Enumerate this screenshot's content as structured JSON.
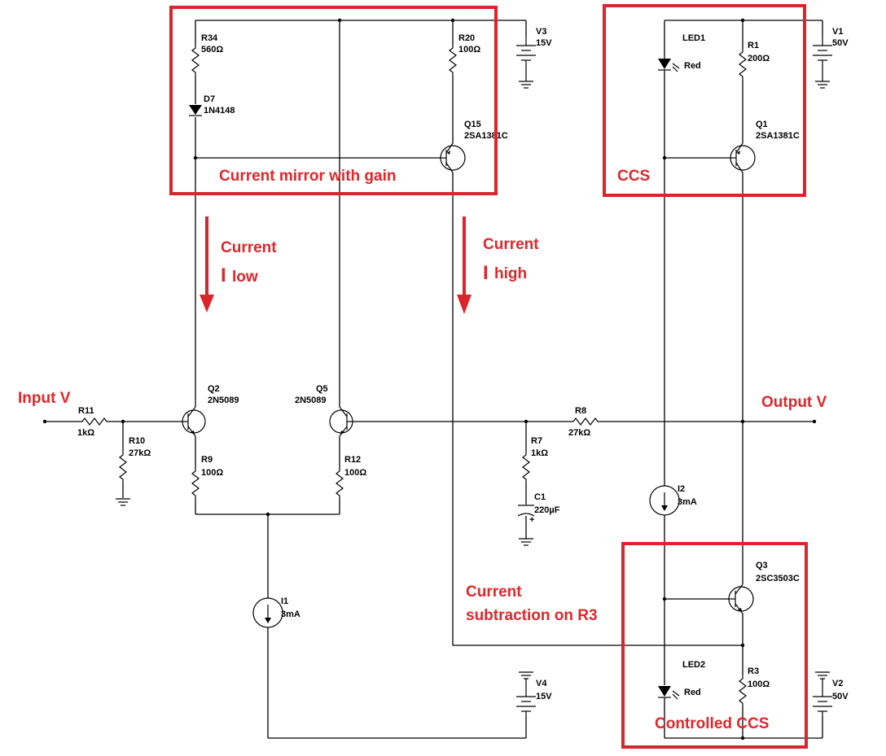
{
  "components": {
    "R34": {
      "ref": "R34",
      "value": "560Ω"
    },
    "D7": {
      "ref": "D7",
      "value": "1N4148"
    },
    "R20": {
      "ref": "R20",
      "value": "100Ω"
    },
    "Q15": {
      "ref": "Q15",
      "value": "2SA1381C"
    },
    "V3": {
      "ref": "V3",
      "value": "15V"
    },
    "LED1": {
      "ref": "LED1",
      "value": "Red"
    },
    "R1": {
      "ref": "R1",
      "value": "200Ω"
    },
    "Q1": {
      "ref": "Q1",
      "value": "2SA1381C"
    },
    "V1": {
      "ref": "V1",
      "value": "50V"
    },
    "Q2": {
      "ref": "Q2",
      "value": "2N5089"
    },
    "Q5": {
      "ref": "Q5",
      "value": "2N5089"
    },
    "R11": {
      "ref": "R11",
      "value": "1kΩ"
    },
    "R10": {
      "ref": "R10",
      "value": "27kΩ"
    },
    "R9": {
      "ref": "R9",
      "value": "100Ω"
    },
    "R12": {
      "ref": "R12",
      "value": "100Ω"
    },
    "R8": {
      "ref": "R8",
      "value": "27kΩ"
    },
    "R7": {
      "ref": "R7",
      "value": "1kΩ"
    },
    "C1": {
      "ref": "C1",
      "value": "220µF"
    },
    "I2": {
      "ref": "I2",
      "value": "3mA"
    },
    "I1": {
      "ref": "I1",
      "value": "3mA"
    },
    "Q3": {
      "ref": "Q3",
      "value": "2SC3503C"
    },
    "LED2": {
      "ref": "LED2",
      "value": "Red"
    },
    "R3": {
      "ref": "R3",
      "value": "100Ω"
    },
    "V4": {
      "ref": "V4",
      "value": "15V"
    },
    "V2": {
      "ref": "V2",
      "value": "50V"
    }
  },
  "annotations": {
    "mirror": "Current mirror with gain",
    "ccs": "CCS",
    "current_low_1": "Current",
    "current_low_2": "low",
    "current_low_symbol": "I",
    "current_high_1": "Current",
    "current_high_2": "high",
    "current_high_symbol": "I",
    "input": "Input V",
    "output": "Output V",
    "subtraction_1": "Current",
    "subtraction_2": "subtraction on R3",
    "controlled_ccs": "Controlled CCS"
  },
  "colors": {
    "annotation": "#d9252b",
    "wire": "#000000",
    "background": "#ffffff"
  }
}
